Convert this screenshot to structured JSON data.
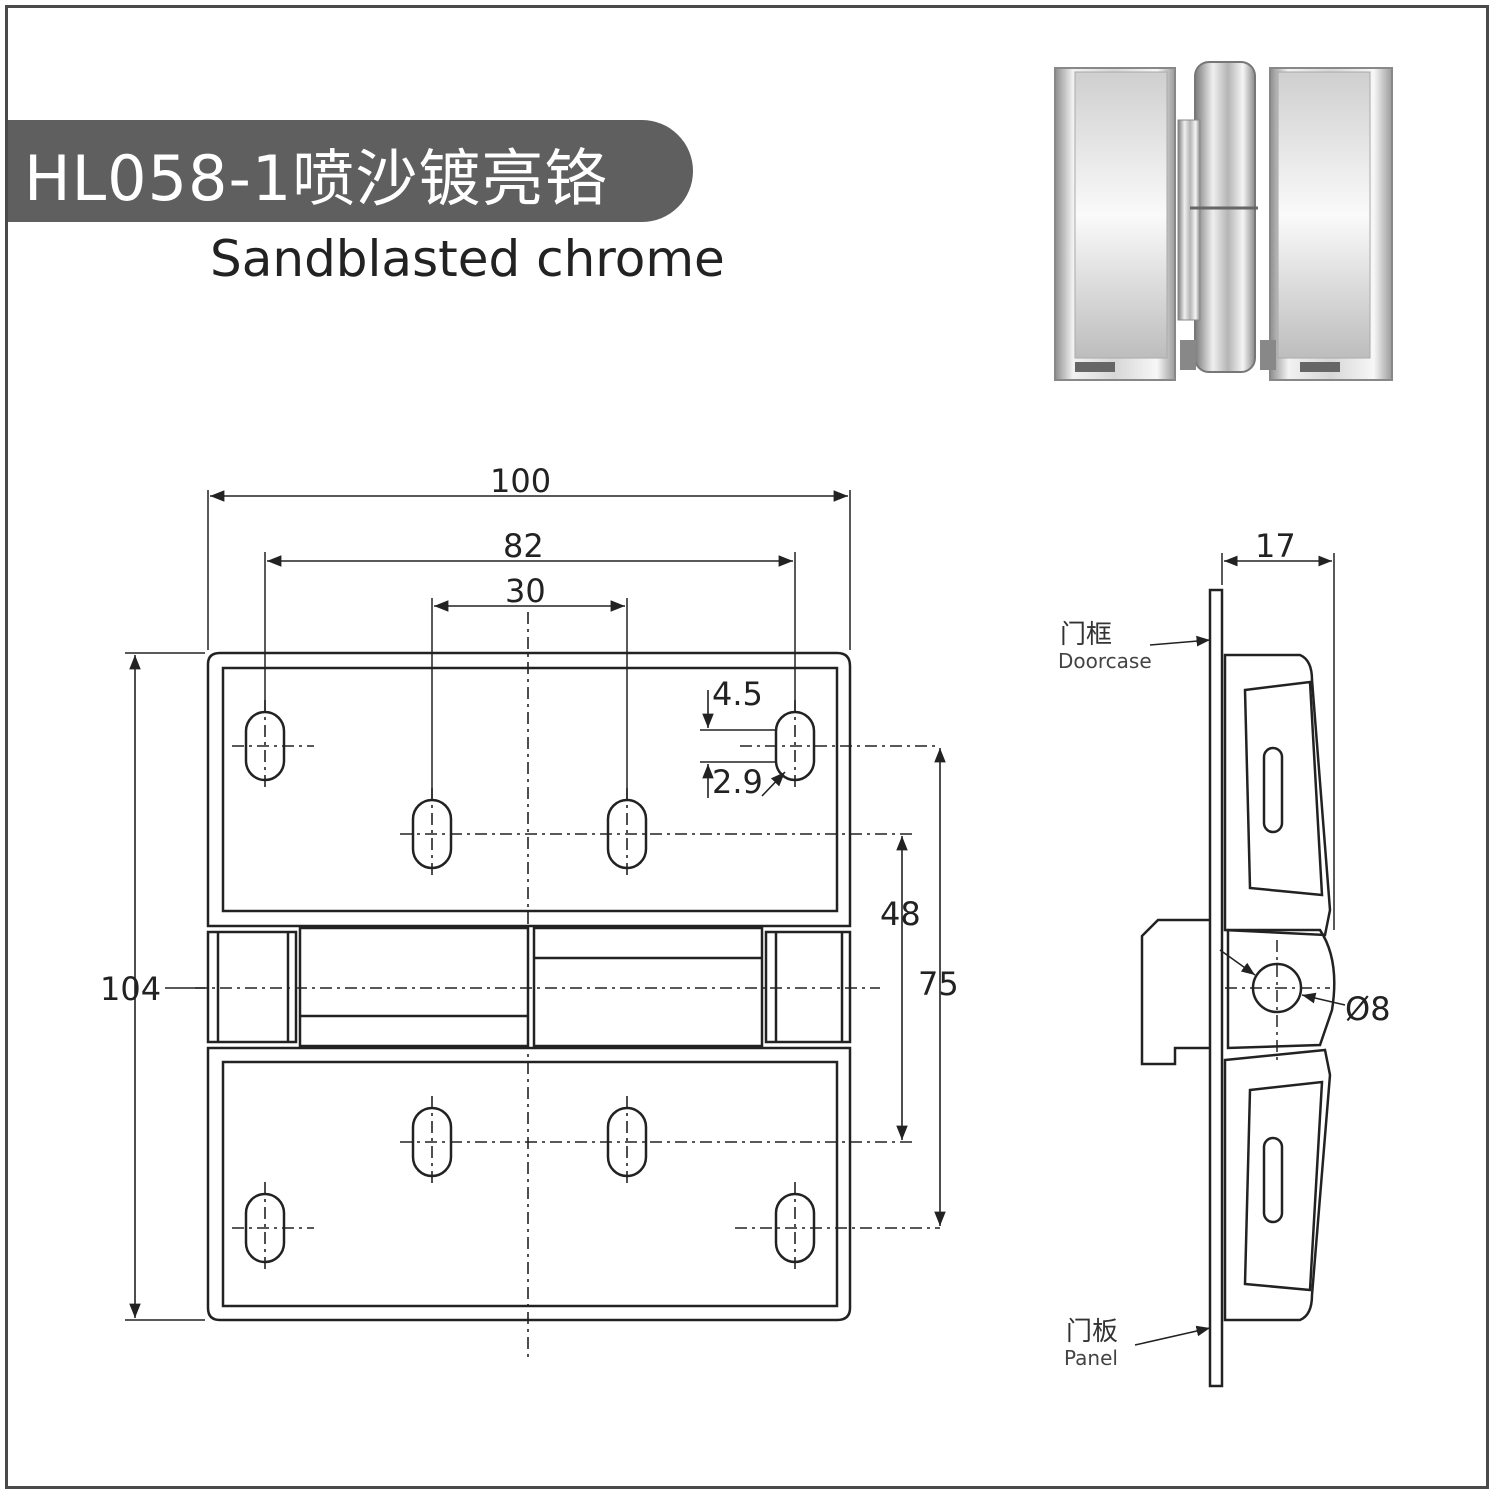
{
  "header": {
    "title": "HL058-1喷沙镀亮铬",
    "subtitle": "Sandblasted chrome"
  },
  "photo": {
    "icon": "hinge-photo-icon"
  },
  "front_view": {
    "dim_overall_width": "100",
    "dim_outer_holes": "82",
    "dim_inner_holes": "30",
    "dim_slot_length": "4.5",
    "dim_slot_width": "2.9",
    "dim_inner_vertical": "48",
    "dim_outer_vertical": "75",
    "dim_height": "104"
  },
  "side_view": {
    "dim_thickness": "17",
    "dim_pin_diameter": "Ø8",
    "label_doorcase_cn": "门框",
    "label_doorcase_en": "Doorcase",
    "label_panel_cn": "门板",
    "label_panel_en": "Panel"
  }
}
